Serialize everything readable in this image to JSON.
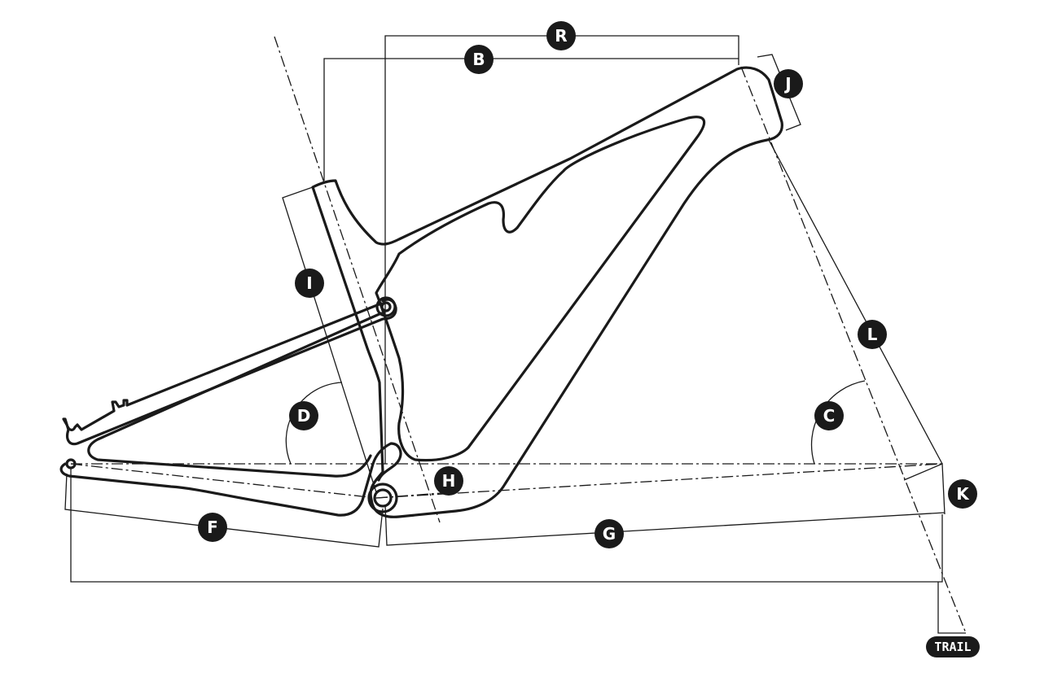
{
  "labels": {
    "R": "R",
    "B": "B",
    "J": "J",
    "I": "I",
    "L": "L",
    "D": "D",
    "C": "C",
    "H": "H",
    "K": "K",
    "F": "F",
    "G": "G",
    "trail": "TRAIL"
  },
  "colors": {
    "line": "#1a1a1a",
    "badge": "#1a1a1a",
    "badge_text": "#ffffff",
    "background": "#ffffff"
  }
}
